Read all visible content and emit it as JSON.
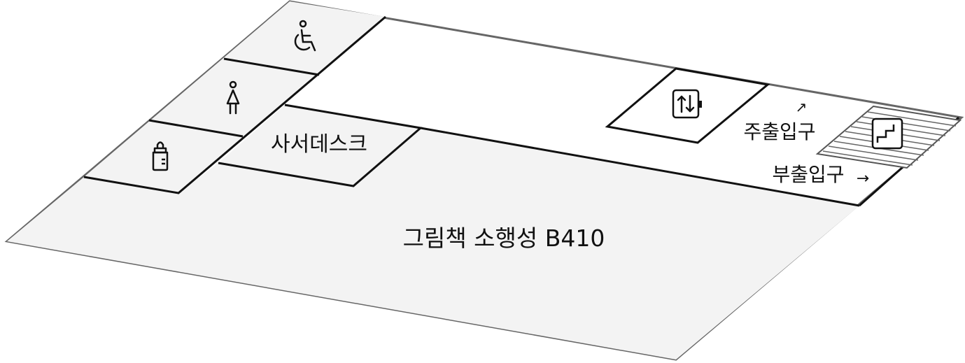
{
  "floor_map": {
    "rooms": {
      "gallery_label": "그림책 소행성 B410",
      "desk_label": "사서데스크"
    },
    "entrances": {
      "main_label": "주출입구",
      "main_arrow": "↗",
      "side_label": "부출입구",
      "side_arrow": "→"
    },
    "icons": [
      "wheelchair-icon",
      "woman-icon",
      "baby-bottle-icon",
      "elevator-icon",
      "stairs-icon"
    ],
    "colors": {
      "floor_fill": "#ffffff",
      "gallery_fill": "#f3f3f3",
      "room_fill": "#f3f3f3",
      "outline": "#666666",
      "wall": "#111111"
    }
  }
}
